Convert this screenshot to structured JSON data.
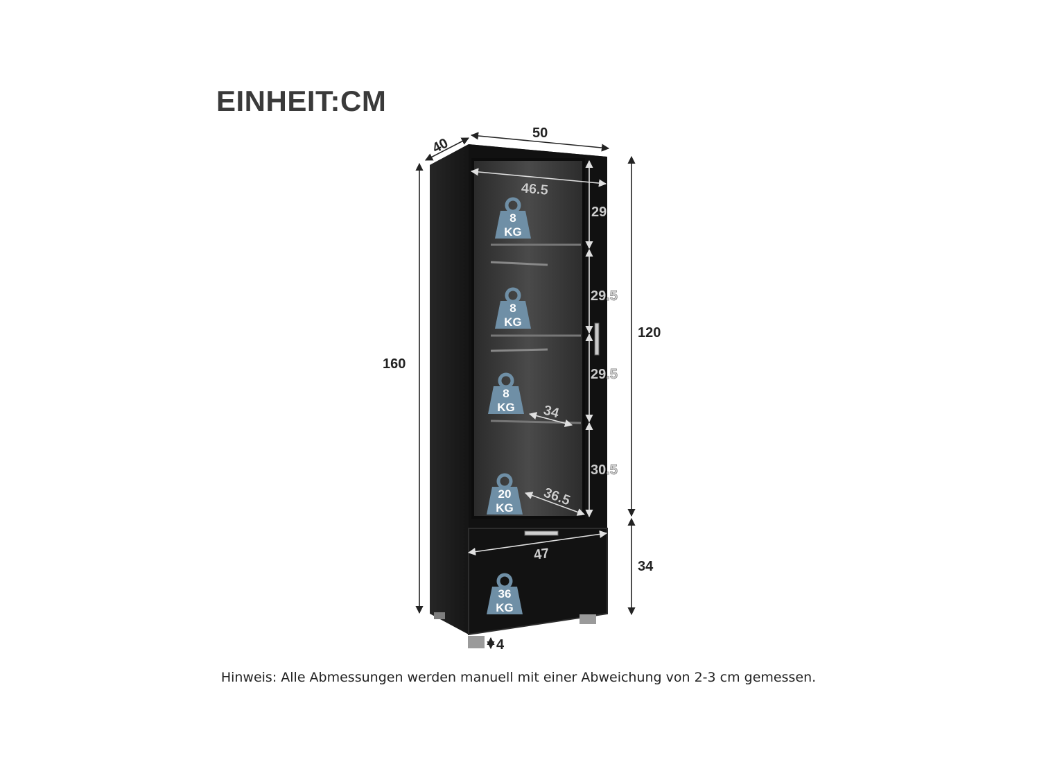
{
  "title": "EINHEIT:CM",
  "dimensions": {
    "depth": "40",
    "width": "50",
    "inner_width": "46.5",
    "total_height": "160",
    "cabinet_height": "120",
    "drawer_height": "34",
    "shelf_1_height": "29",
    "shelf_2_height": "29.5",
    "shelf_3_height": "29.5",
    "shelf_4_height": "30.5",
    "shelf_depth": "34",
    "bottom_depth": "36.5",
    "drawer_width": "47",
    "foot_height": "4"
  },
  "weights": [
    {
      "value": "8",
      "unit": "KG"
    },
    {
      "value": "8",
      "unit": "KG"
    },
    {
      "value": "8",
      "unit": "KG"
    },
    {
      "value": "20",
      "unit": "KG"
    },
    {
      "value": "36",
      "unit": "KG"
    }
  ],
  "note": "Hinweis: Alle Abmessungen werden manuell mit einer Abweichung von 2-3 cm gemessen.",
  "colors": {
    "cabinet": "#1a1a1a",
    "glass": "#3a3a3a",
    "weight_icon": "#6f8fa6",
    "dimension_line": "#222222"
  }
}
